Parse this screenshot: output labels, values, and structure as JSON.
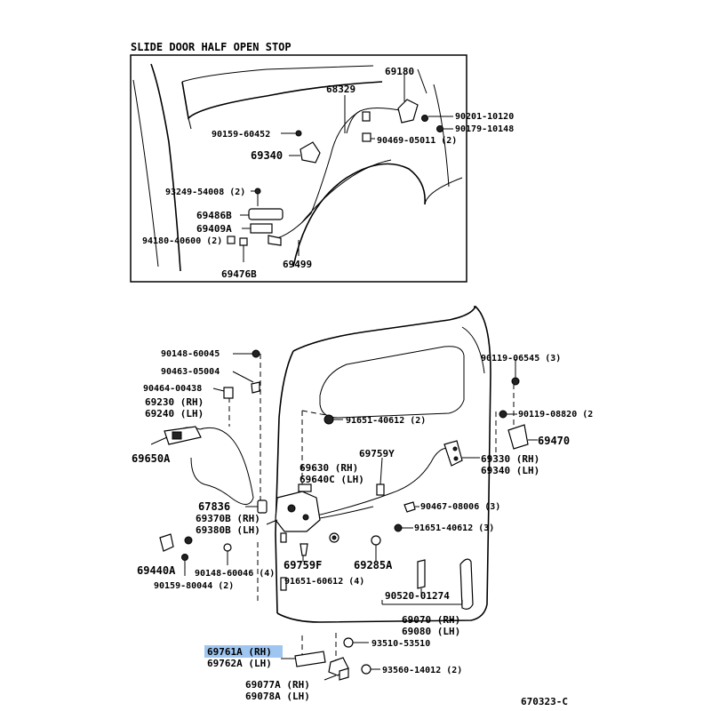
{
  "diagram_title": "SLIDE DOOR HALF OPEN STOP",
  "diagram_code": "670323-C",
  "highlight_color": "#9ec6f0",
  "top_inset_labels": {
    "p69180": "69180",
    "p68329": "68329",
    "p90201": "90201-10120",
    "p90179": "90179-10148",
    "p90159": "90159-60452",
    "p90469": "90469-05011 (2)",
    "p69340": "69340",
    "p93249": "93249-54008 (2)",
    "p69486b": "69486B",
    "p69409a": "69409A",
    "p94180": "94180-40600 (2)",
    "p69499": "69499",
    "p69476b": "69476B"
  },
  "main_labels": {
    "p90148a": "90148-60045",
    "p90463": "90463-05004",
    "p90464": "90464-00438",
    "p69230": "69230 (RH)",
    "p69240": "69240 (LH)",
    "p69650a": "69650A",
    "p90119a": "90119-06545 (3)",
    "p91651a": "91651-40612 (2)",
    "p90119b": "90119-08820 (2",
    "p69470": "69470",
    "p69759y": "69759Y",
    "p69330": "69330 (RH)",
    "p69340lh": "69340 (LH)",
    "p69630": "69630 (RH)",
    "p69640c": "69640C (LH)",
    "p67836": "67836",
    "p90467": "90467-08006 (3)",
    "p69370b": "69370B (RH)",
    "p69380b": "69380B (LH)",
    "p91651b": "91651-40612 (3)",
    "p69440a": "69440A",
    "p90148b": "90148-60046 (4)",
    "p90159b": "90159-80044 (2)",
    "p69759f": "69759F",
    "p69285a": "69285A",
    "p91651c": "91651-60612 (4)",
    "p90520": "90520-01274",
    "p69070": "69070 (RH)",
    "p69080": "69080 (LH)",
    "p69761a": "69761A (RH)",
    "p69762a": "69762A (LH)",
    "p93510": "93510-53510",
    "p93560": "93560-14012 (2)",
    "p69077a": "69077A (RH)",
    "p69078a": "69078A (LH)"
  }
}
